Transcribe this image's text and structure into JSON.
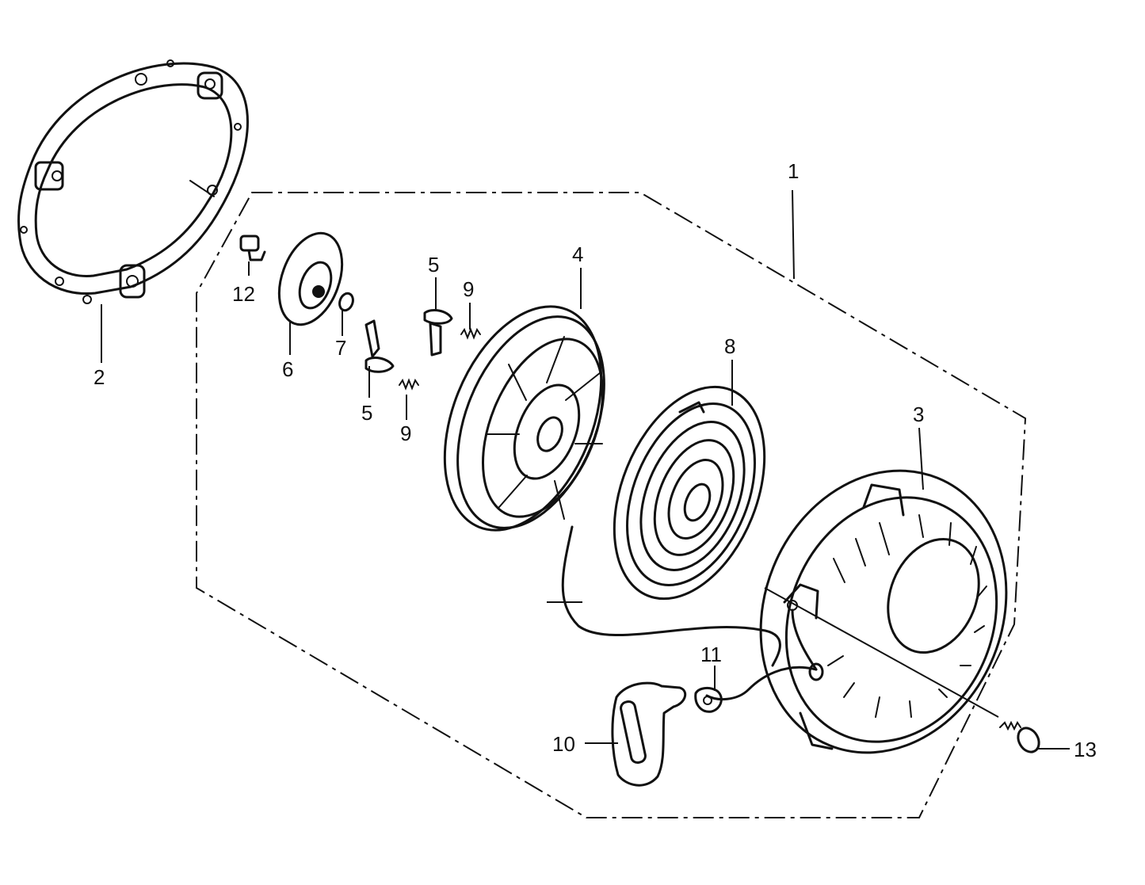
{
  "callouts": {
    "c1": "1",
    "c2": "2",
    "c3": "3",
    "c4": "4",
    "c5a": "5",
    "c5b": "5",
    "c6": "6",
    "c7": "7",
    "c8": "8",
    "c9a": "9",
    "c9b": "9",
    "c10": "10",
    "c11": "11",
    "c12": "12",
    "c13": "13"
  }
}
